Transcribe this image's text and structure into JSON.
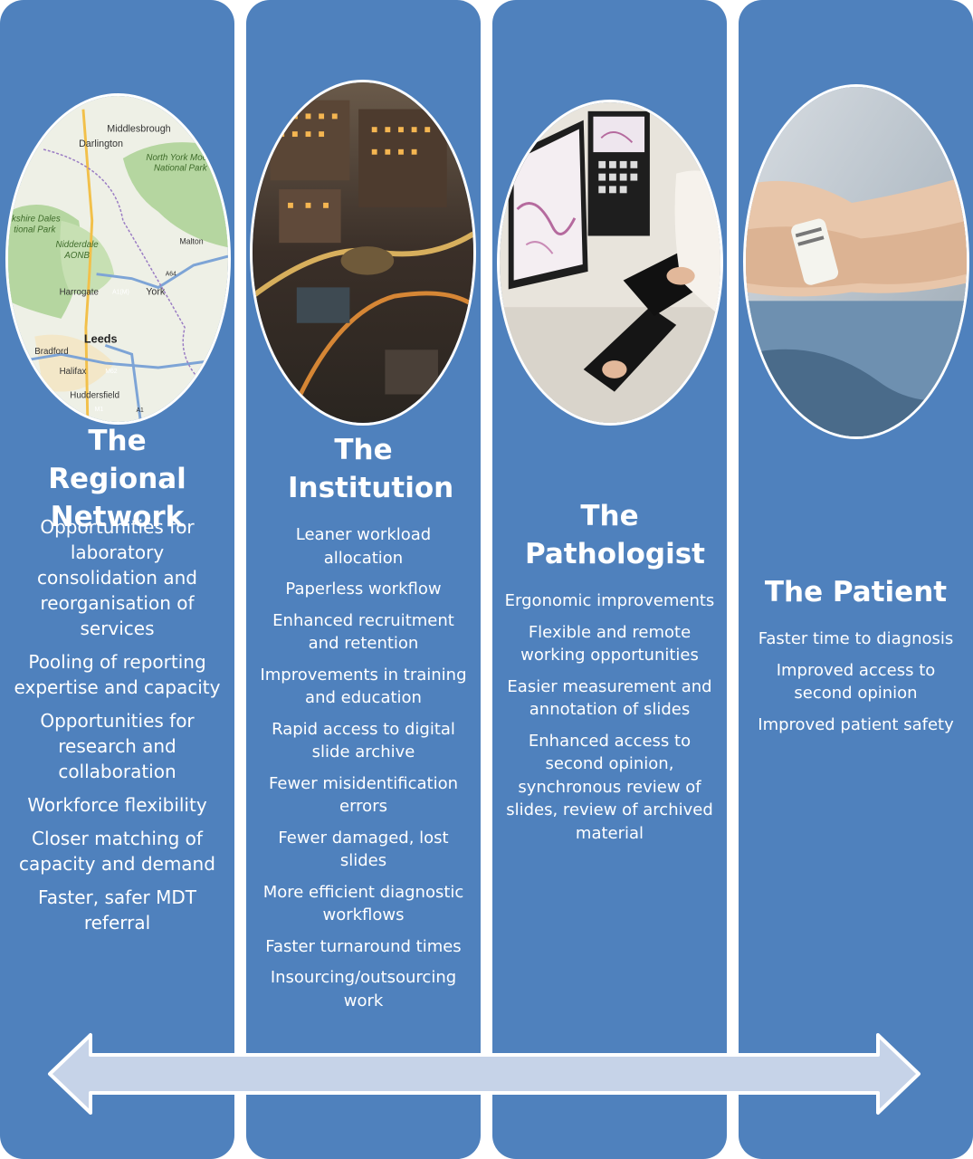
{
  "columns": [
    {
      "title": "The Regional Network",
      "items": [
        "Opportunities for laboratory consolidation and reorganisation of services",
        "Pooling of reporting expertise and capacity",
        "Opportunities for research and collaboration",
        "Workforce flexibility",
        "Closer matching of capacity and demand",
        "Faster, safer MDT referral"
      ]
    },
    {
      "title": "The Institution",
      "items": [
        "Leaner workload allocation",
        "Paperless workflow",
        "Enhanced recruitment and retention",
        "Improvements in training and education",
        "Rapid access to digital slide archive",
        "Fewer misidentification errors",
        "Fewer damaged, lost slides",
        "More efficient diagnostic workflows",
        "Faster turnaround times",
        "Insourcing/outsourcing work"
      ]
    },
    {
      "title": "The Pathologist",
      "items": [
        "Ergonomic improvements",
        "Flexible and remote working opportunities",
        "Easier measurement and annotation of slides",
        "Enhanced access to second opinion, synchronous review of slides, review of archived material"
      ]
    },
    {
      "title": "The Patient",
      "items": [
        "Faster time to diagnosis",
        "Improved access to second opinion",
        "Improved patient safety"
      ]
    }
  ],
  "map_labels": [
    "Middlesbrough",
    "Darlington",
    "North York Moors National Park",
    "rkshire Dales tional Park",
    "Nidderdale AONB",
    "Malton",
    "Harrogate",
    "A1(M)",
    "York",
    "A64",
    "Leeds",
    "Bradford",
    "Halifax",
    "M62",
    "Huddersfield",
    "M1",
    "A1"
  ],
  "colors": {
    "column": "#4f81bd",
    "arrow_fill": "#c6d3e8",
    "arrow_stroke": "#ffffff"
  }
}
